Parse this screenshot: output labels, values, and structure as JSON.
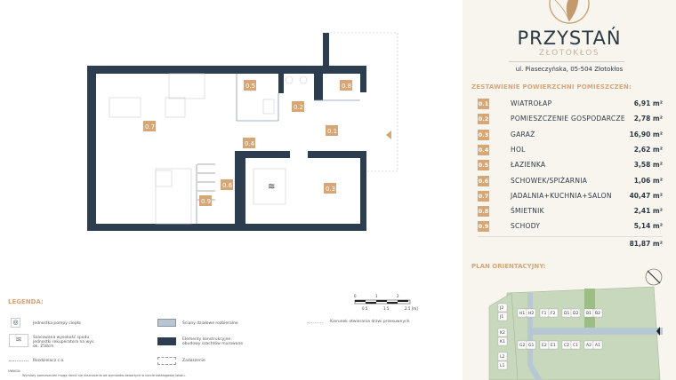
{
  "brand": {
    "name": "PRZYSTAŃ",
    "sub": "ZŁOTOKŁOS",
    "address": "ul. Piaseczyńska, 05-504 Złotokłos"
  },
  "rooms_title": "ZESTAWIENIE POWIERZCHNI POMIESZCZEŃ:",
  "rooms": [
    {
      "no": "0.1",
      "name": "WIATROŁAP",
      "area": "6,91 m²"
    },
    {
      "no": "0.2",
      "name": "POMIESZCZENIE GOSPODARCZE",
      "area": "2,78 m²"
    },
    {
      "no": "0.3",
      "name": "GARAŻ",
      "area": "16,90 m²"
    },
    {
      "no": "0.4",
      "name": "HOL",
      "area": "2,62 m²"
    },
    {
      "no": "0.5",
      "name": "ŁAZIENKA",
      "area": "3,58 m²"
    },
    {
      "no": "0.6",
      "name": "SCHOWEK/SPIŻARNIA",
      "area": "1,06 m²"
    },
    {
      "no": "0.7",
      "name": "JADALNIA+KUCHNIA+SALON",
      "area": "40,47 m²"
    },
    {
      "no": "0.8",
      "name": "ŚMIETNIK",
      "area": "2,41 m²"
    },
    {
      "no": "0.9",
      "name": "SCHODY",
      "area": "5,14 m²"
    }
  ],
  "total": "81,87 m²",
  "site_plan_title": "PLAN ORIENTACYJNY:",
  "site_plots": [
    "J2",
    "J1",
    "K2",
    "K1",
    "L2",
    "L1",
    "H1",
    "H2",
    "F1",
    "F2",
    "D1",
    "D2",
    "B1",
    "B2",
    "G2",
    "G1",
    "E2",
    "E1",
    "C2",
    "C1",
    "A2",
    "A1"
  ],
  "plan_labels": {
    "r01": "0.1",
    "r02": "0.2",
    "r03": "0.3",
    "r04": "0.4",
    "r05": "0.5",
    "r06": "0.6",
    "r07": "0.7",
    "r08": "0.8",
    "r09": "0.9"
  },
  "legend": {
    "title": "LEGENDA:",
    "heat_pump": "Jednostka pompy ciepła",
    "recuperator": "Szacowana wysokość spodu jednostki rekuperatora na wys. ok. 258cm",
    "manifold": "Rozdzielacz c.o.",
    "partition_walls": "Ściany działowe rozbieralne",
    "structural": "Elementy konstrukcyjne: obudowy szachtów murowane",
    "canopy": "Zadaszenie",
    "sliding_doors": "Kierunek otwierania drzwi przesuwnych",
    "note_title": "UWAGA:",
    "note": "Wymiary pomieszczeń mogą różnić się nieznacznie od wymiarów zawartych w karcie katalogowej lokalu."
  },
  "scale": {
    "ticks_top": [
      "0",
      "1",
      "2"
    ],
    "ticks_bottom": [
      "0.5",
      "1.5",
      "2.5 [m]"
    ]
  },
  "colors": {
    "accent": "#d5a677",
    "wall": "#2b3d4f",
    "panel_bg": "#f8f4ee",
    "plot_green": "#c8d8bc"
  }
}
